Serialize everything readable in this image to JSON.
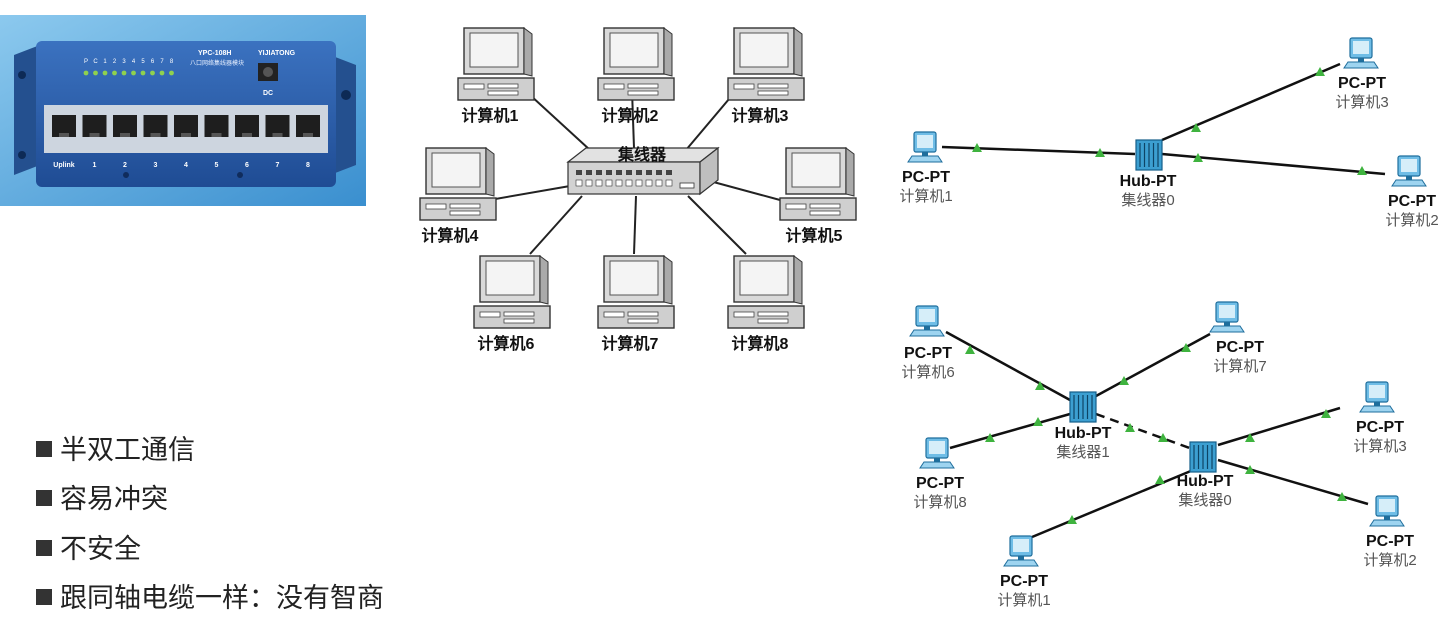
{
  "photo": {
    "model": "YPC-108H",
    "brand": "YIJIATONG",
    "subtitle": "八口网络集线器模块",
    "power": "DC",
    "led_labels": [
      "P",
      "C",
      "1",
      "2",
      "3",
      "4",
      "5",
      "6",
      "7",
      "8"
    ],
    "port_labels": [
      "Uplink",
      "1",
      "2",
      "3",
      "4",
      "5",
      "6",
      "7",
      "8"
    ]
  },
  "star": {
    "hub_label": "集线器",
    "computers": [
      "计算机1",
      "计算机2",
      "计算机3",
      "计算机4",
      "计算机5",
      "计算机6",
      "计算机7",
      "计算机8"
    ]
  },
  "pt_top": {
    "hub": {
      "type": "Hub-PT",
      "name": "集线器0"
    },
    "pcs": [
      {
        "type": "PC-PT",
        "name": "计算机1"
      },
      {
        "type": "PC-PT",
        "name": "计算机2"
      },
      {
        "type": "PC-PT",
        "name": "计算机3"
      }
    ]
  },
  "pt_bottom": {
    "hubs": [
      {
        "type": "Hub-PT",
        "name": "集线器1"
      },
      {
        "type": "Hub-PT",
        "name": "集线器0"
      }
    ],
    "pcs": [
      {
        "type": "PC-PT",
        "name": "计算机6"
      },
      {
        "type": "PC-PT",
        "name": "计算机7"
      },
      {
        "type": "PC-PT",
        "name": "计算机8"
      },
      {
        "type": "PC-PT",
        "name": "计算机1"
      },
      {
        "type": "PC-PT",
        "name": "计算机3"
      },
      {
        "type": "PC-PT",
        "name": "计算机2"
      }
    ]
  },
  "bullets": [
    "半双工通信",
    "容易冲突",
    "不安全",
    "跟同轴电缆一样：没有智商"
  ],
  "colors": {
    "link_dot": "#3fb33f",
    "pt_device": "#2a8fc7",
    "photo_bg": "#5aaedc",
    "hub_body": "#2d5fa8"
  }
}
